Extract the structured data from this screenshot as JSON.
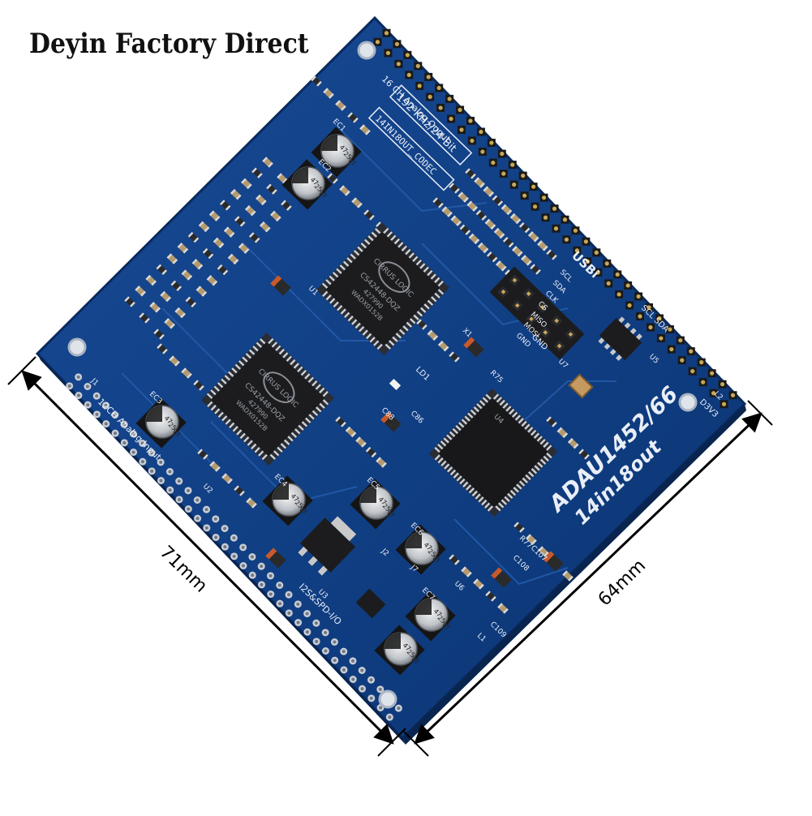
{
  "title": "Deyin Factory Direct",
  "dimensions": {
    "left_label": "71mm",
    "right_label": "64mm"
  },
  "board": {
    "model_line1": "ADAU1452/66",
    "model_line2": "14in18out",
    "top_header": "16 CH Analog Ouput",
    "spec": "192 KHz/24-Bit",
    "codec_name": "14IN18OUT_CODEC",
    "input_label": "12CH Analog Input",
    "bottom_label": "I2S&SPD-I/O",
    "usb_label": "USBi",
    "usb_pins": [
      "SCL",
      "SDA",
      "CLK",
      "CS",
      "MISO",
      "MOSI",
      "GND"
    ],
    "gnd_label": "GND",
    "scl_sda": "SCL SDA",
    "v33_label": "D3V3",
    "led_label": "LD1",
    "codec_chip_1": {
      "brand": "CIRRUS LOGIC",
      "part": "CS42448-DQZ",
      "lot": "427990",
      "code": "WADX0152B"
    },
    "codec_chip_2": {
      "brand": "CIRRUS LOGIC",
      "part": "CS42448-DQZ",
      "lot": "427990",
      "code": "WADX0152B"
    },
    "dsp_chip_ref": "U4",
    "capacitor_marking": [
      "47",
      "25V",
      "VT"
    ],
    "silk_refs": [
      "EC1",
      "EC2",
      "EC3",
      "EC4",
      "EC5",
      "EC6",
      "EC7",
      "U1",
      "U2",
      "U3",
      "U5",
      "U6",
      "U7",
      "X1",
      "C88",
      "C86",
      "R75",
      "R77",
      "C107",
      "C108",
      "C109",
      "L1",
      "L2",
      "J1",
      "J2",
      "J7"
    ],
    "colors": {
      "pcb": "#0f3f86",
      "pcb_dark": "#0a2f68",
      "silkscreen": "#e9eef7",
      "chip": "#1c1c1e",
      "gold": "#c8a85a"
    }
  }
}
